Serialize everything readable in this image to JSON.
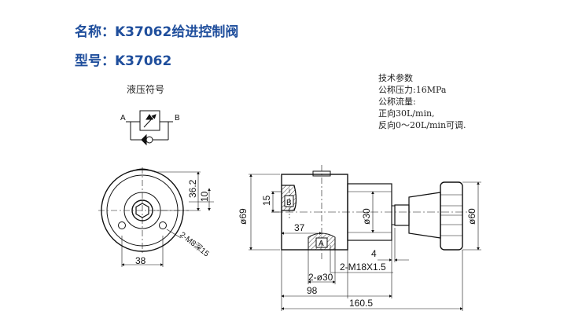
{
  "header": {
    "name_line": "名称：K37062给进控制阀",
    "model_line": "型号：K37062"
  },
  "symbol": {
    "caption": "液压符号",
    "port_a": "A",
    "port_b": "B"
  },
  "tech": {
    "heading": "技术参数",
    "pressure": "公称压力:16MPa",
    "flow_heading": "公称流量:",
    "forward": "正向30L/min,",
    "reverse": "反向0～20L/min可调."
  },
  "front_view": {
    "dim_height_1": "36.2",
    "dim_height_2": "10",
    "dim_width": "38",
    "dim_thread": "2-M8深15"
  },
  "side_view": {
    "dim_body_dia": "ø69",
    "dim_port_offset": "15",
    "dim_port_pos": "37",
    "dim_spigot_dia": "ø30",
    "dim_knob_dia": "ø60",
    "dim_flange": "4",
    "dim_port_thread": "2-M18X1.5",
    "dim_port_bore": "2-ø30",
    "dim_body_len": "98",
    "dim_total_len": "160.5",
    "port_a": "A",
    "port_b": "B"
  },
  "colors": {
    "title": "#1f4e9c",
    "line": "#111111",
    "hatch": "#444444"
  }
}
